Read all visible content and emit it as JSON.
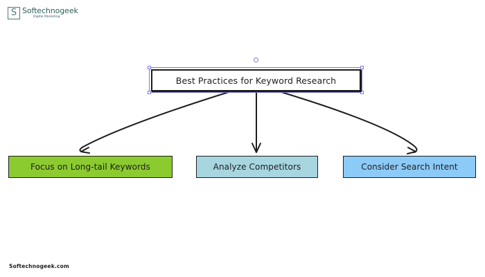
{
  "logo": {
    "mark": "S",
    "name": "Softechnogeek",
    "tagline": "Digital Marketing"
  },
  "diagram": {
    "root": "Best Practices for Keyword Research",
    "children": [
      {
        "label": "Focus on Long-tail Keywords",
        "color": "#8ccb2f"
      },
      {
        "label": "Analyze Competitors",
        "color": "#a7d6e0"
      },
      {
        "label": "Consider Search Intent",
        "color": "#8ccaf7"
      }
    ],
    "selection_color": "#7b7be0"
  },
  "footer": "Softechnogeek.com"
}
